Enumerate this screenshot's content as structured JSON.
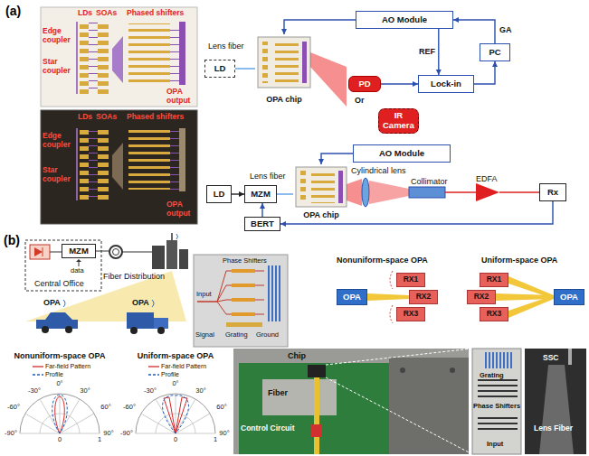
{
  "diagram": {
    "nodes": [
      {
        "text": [
          "AO Module"
        ]
      },
      {
        "text": [
          "PC"
        ]
      },
      {
        "text": [
          "Lock-in"
        ]
      },
      {
        "text": [
          "OPA chip"
        ]
      },
      {
        "text": [
          "LD"
        ]
      },
      {
        "text": [
          "PD"
        ]
      },
      {
        "text": [
          "IR Camera"
        ]
      },
      {
        "text": [
          "AO Module"
        ]
      },
      {
        "text": [
          "LD"
        ]
      },
      {
        "text": [
          "MZM"
        ]
      },
      {
        "text": [
          "OPA chip"
        ]
      },
      {
        "text": [
          "BERT"
        ]
      },
      {
        "text": [
          "Rx"
        ]
      },
      {
        "text": [
          "MZM"
        ]
      },
      {
        "text": [
          "OPA"
        ]
      },
      {
        "text": [
          "RX1"
        ]
      },
      {
        "text": [
          "RX2"
        ]
      },
      {
        "text": [
          "RX3"
        ]
      },
      {
        "text": [
          "OPA"
        ]
      },
      {
        "text": [
          "RX1"
        ]
      },
      {
        "text": [
          "RX2"
        ]
      },
      {
        "text": [
          "RX3"
        ]
      }
    ],
    "edges": [
      {
        "from": 1,
        "to": 0,
        "label": "GA",
        "arrow": "to"
      },
      {
        "from": 0,
        "to": 2,
        "label": "REF",
        "arrow": "to"
      },
      {
        "from": 2,
        "to": 1,
        "arrow": "to"
      },
      {
        "from": 5,
        "to": 2,
        "arrow": "to"
      },
      {
        "from": 0,
        "to": 3,
        "arrow": "to"
      },
      {
        "from": 4,
        "to": 3,
        "arrow": "none"
      },
      {
        "from": 7,
        "to": 10,
        "arrow": "to"
      },
      {
        "from": 8,
        "to": 9,
        "arrow": "to"
      },
      {
        "from": 9,
        "to": 10,
        "arrow": "none"
      },
      {
        "from": 11,
        "to": 9,
        "arrow": "to"
      },
      {
        "from": 12,
        "to": 11,
        "arrow": "to"
      }
    ],
    "labels": [
      "(a)",
      "LDs",
      "SOAs",
      "Phased shifters",
      "Edge coupler",
      "Star coupler",
      "OPA output",
      "LDs",
      "SOAs",
      "Phased shifters",
      "Edge coupler",
      "Star coupler",
      "OPA output",
      "Lens fiber",
      "Or",
      "Lens fiber",
      "Cylindrical lens",
      "Collimator",
      "EDFA",
      "(b)",
      "data",
      "Central Office",
      "Fiber Distribution",
      "OPA",
      "OPA",
      "Phase Shifters",
      "Input",
      "Signal",
      "Grating",
      "Ground",
      "Nonuniform-space OPA",
      "Uniform-space OPA",
      "Nonuniform-space OPA",
      "0°",
      "30°",
      "-30°",
      "60°",
      "-60°",
      "90°",
      "-90°",
      "0",
      "1",
      "Uniform-space OPA",
      "0°",
      "30°",
      "-30°",
      "60°",
      "-60°",
      "90°",
      "-90°",
      "0",
      "1",
      "Chip",
      "Fiber",
      "Control Circuit",
      "Grating",
      "Phase Shifters",
      "Input",
      "SSC",
      "Lens Fiber"
    ],
    "legend": [
      {
        "text": "Far-field Pattern"
      },
      {
        "text": "Profile"
      },
      {
        "text": "Far-field Pattern"
      },
      {
        "text": "Profile"
      }
    ]
  }
}
